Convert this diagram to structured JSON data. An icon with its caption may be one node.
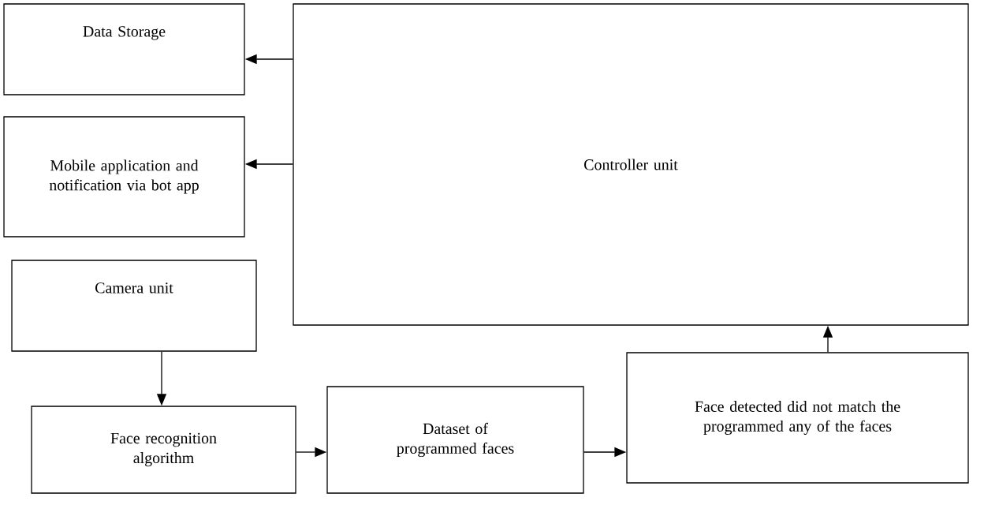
{
  "diagram": {
    "nodes": [
      {
        "text": [
          "Data Storage"
        ]
      },
      {
        "text": [
          "Controller unit"
        ]
      },
      {
        "text": [
          "Mobile application and notification via bot app"
        ]
      },
      {
        "text": [
          "Camera unit"
        ]
      },
      {
        "text": [
          "Face recognition algorithm"
        ]
      },
      {
        "text": [
          "Dataset of programmed faces"
        ]
      },
      {
        "text": [
          "Face detected did not match the programmed any of the faces"
        ]
      }
    ],
    "edges": [
      {
        "from": 1,
        "to": 0,
        "arrow": "to"
      },
      {
        "from": 1,
        "to": 2,
        "arrow": "to"
      },
      {
        "from": 3,
        "to": 4,
        "arrow": "to"
      },
      {
        "from": 4,
        "to": 5,
        "arrow": "to"
      },
      {
        "from": 5,
        "to": 6,
        "arrow": "to"
      },
      {
        "from": 6,
        "to": 1,
        "arrow": "to"
      }
    ]
  }
}
